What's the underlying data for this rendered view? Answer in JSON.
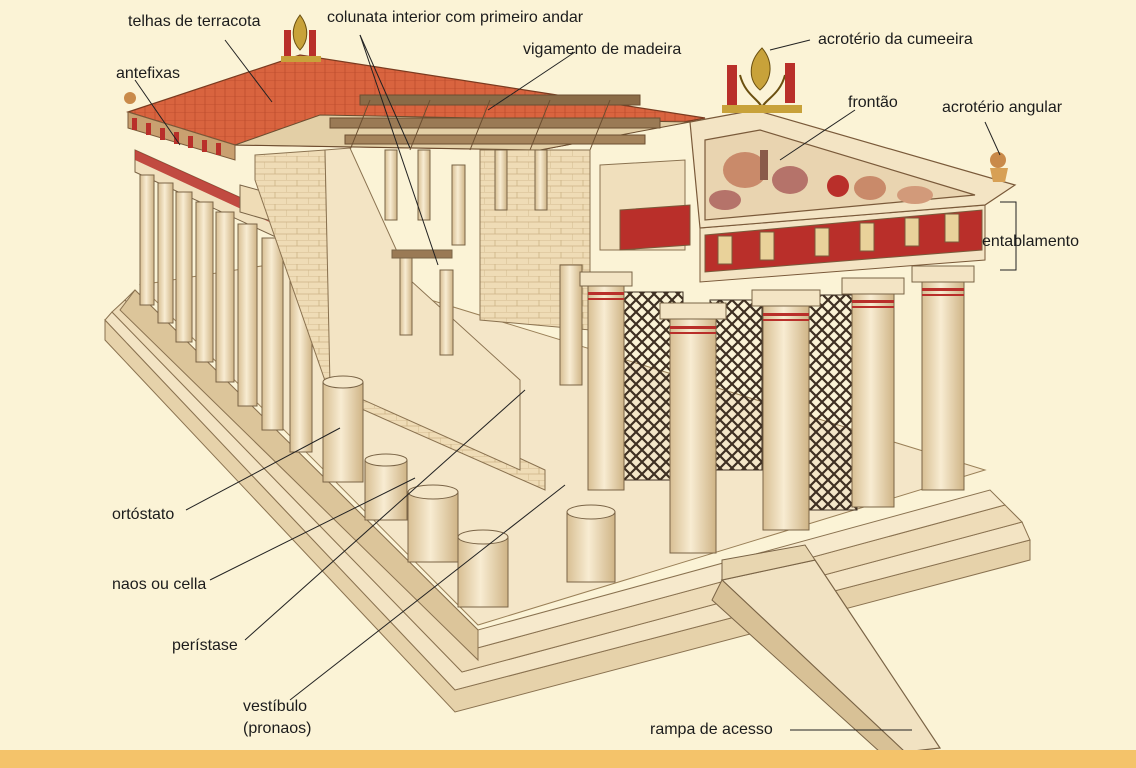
{
  "labels": {
    "telhas": "telhas de terracota",
    "colunata": "colunata interior com primeiro andar",
    "vigamento": "vigamento de madeira",
    "acroterio_cumeeira": "acrotério da cumeeira",
    "antefixas": "antefixas",
    "frontao": "frontão",
    "acroterio_angular": "acrotério angular",
    "entablamento": "entablamento",
    "ortostato": "ortóstato",
    "naos": "naos ou cella",
    "peristase": "perístase",
    "vestibulo_1": "vestíbulo",
    "vestibulo_2": "(pronaos)",
    "rampa": "rampa de acesso"
  },
  "colors": {
    "background": "#fbf3d6",
    "roof_tile": "#d9643f",
    "stone": "#f2dfb9",
    "stone_shadow": "#dcc59a",
    "red_band": "#b92f2a",
    "lattice": "#4a3a2a",
    "timber": "#9a7a55",
    "bottom_band": "#f4c36a"
  }
}
